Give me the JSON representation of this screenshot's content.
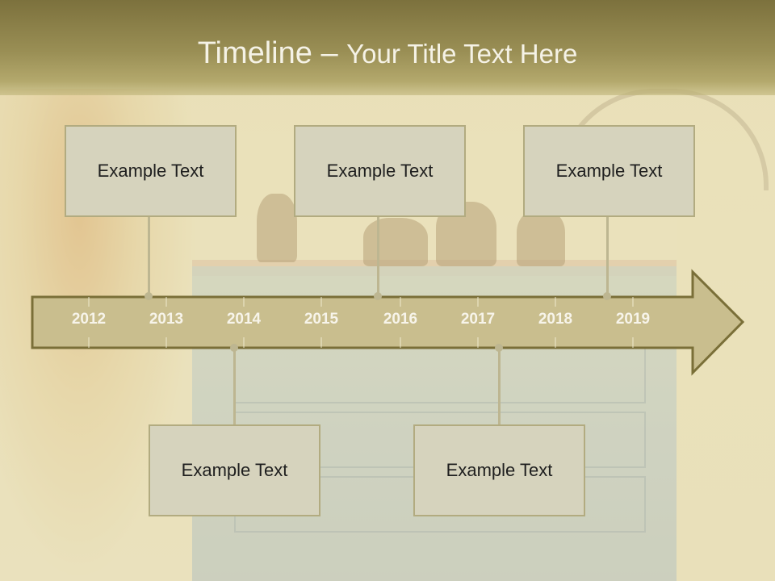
{
  "slide": {
    "title_main": "Timeline",
    "title_dash": " – ",
    "title_sub": "Your Title Text Here"
  },
  "timeline": {
    "years": [
      "2012",
      "2013",
      "2014",
      "2015",
      "2016",
      "2017",
      "2018",
      "2019"
    ],
    "top_boxes": [
      {
        "text": "Example Text"
      },
      {
        "text": "Example Text"
      },
      {
        "text": "Example Text"
      }
    ],
    "bottom_boxes": [
      {
        "text": "Example Text"
      },
      {
        "text": "Example Text"
      }
    ]
  },
  "colors": {
    "title_band": "#9a8f55",
    "arrow_fill": "#c9be8e",
    "arrow_stroke": "#7a6f38",
    "box_fill": "#d6d3bd",
    "box_border": "#b2ab80",
    "connector": "#bdb691"
  }
}
